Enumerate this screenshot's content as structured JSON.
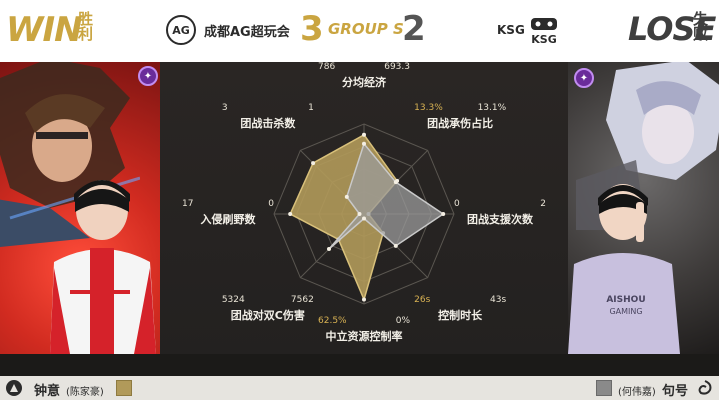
{
  "header": {
    "win_label": "WIN",
    "win_cn": "胜利",
    "lose_label": "LOSE",
    "lose_cn": "失败",
    "left_team": {
      "name": "成都AG超玩会",
      "logo_text": "AG",
      "score": "3"
    },
    "right_team": {
      "name": "KSG",
      "score": "2"
    },
    "match_label": "GROUP S",
    "colors": {
      "win": "#caa541",
      "lose": "#3f3f3f"
    }
  },
  "players": {
    "left": {
      "name": "钟意",
      "real_name": "(陈家豪)",
      "color": "#b19a5a"
    },
    "right": {
      "name": "句号",
      "real_name": "(何伟嘉)",
      "color": "#8a8a8a"
    }
  },
  "chart_data": {
    "type": "radar",
    "axes": [
      {
        "label": "分均经济",
        "left": "786",
        "right": "693.3",
        "left_highlight": false
      },
      {
        "label": "团战承伤占比",
        "left": "13.3%",
        "right": "13.1%",
        "left_highlight": true
      },
      {
        "label": "团战支援次数",
        "left": "0",
        "right": "2",
        "left_highlight": false
      },
      {
        "label": "控制时长",
        "left": "26s",
        "right": "43s",
        "left_highlight": true
      },
      {
        "label": "中立资源控制率",
        "left": "62.5%",
        "right": "0%",
        "left_highlight": true
      },
      {
        "label": "团战对双C伤害",
        "left": "5324",
        "right": "7562",
        "left_highlight": false
      },
      {
        "label": "入侵刷野数",
        "left": "17",
        "right": "0",
        "left_highlight": false
      },
      {
        "label": "团战击杀数",
        "left": "3",
        "right": "1",
        "left_highlight": false
      }
    ],
    "series": [
      {
        "color": "#b19a5a",
        "values": [
          0.88,
          0.52,
          0.05,
          0.3,
          0.95,
          0.4,
          0.82,
          0.8
        ]
      },
      {
        "color": "#9b9b9b",
        "values": [
          0.78,
          0.5,
          0.88,
          0.5,
          0.05,
          0.55,
          0.05,
          0.27
        ]
      }
    ]
  }
}
